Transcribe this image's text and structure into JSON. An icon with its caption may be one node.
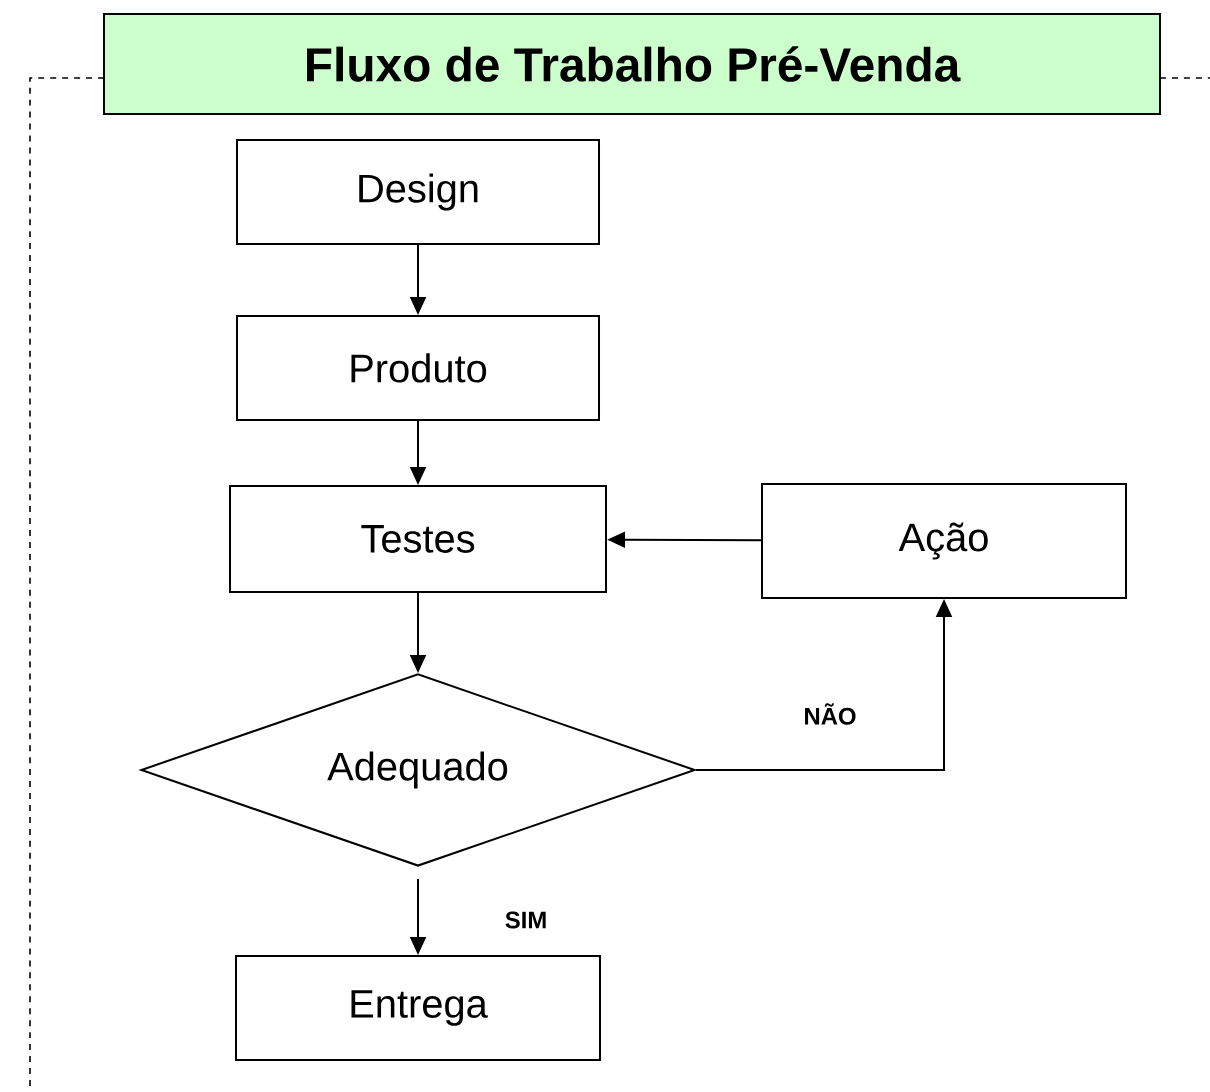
{
  "diagram": {
    "title": "Fluxo de Trabalho Pré-Venda",
    "nodes": [
      {
        "text": [
          "Design"
        ]
      },
      {
        "text": [
          "Produto"
        ]
      },
      {
        "text": [
          "Testes"
        ]
      },
      {
        "text": [
          "Ação"
        ]
      },
      {
        "text": [
          "Adequado"
        ]
      },
      {
        "text": [
          "Entrega"
        ]
      }
    ],
    "edges": [
      {
        "from": 0,
        "to": 1,
        "arrow": "to"
      },
      {
        "from": 1,
        "to": 2,
        "arrow": "to"
      },
      {
        "from": 3,
        "to": 2,
        "arrow": "to"
      },
      {
        "from": 2,
        "to": 4,
        "arrow": "to"
      },
      {
        "from": 4,
        "to": 3,
        "arrow": "to",
        "label": "NÃO"
      },
      {
        "from": 4,
        "to": 5,
        "arrow": "to",
        "label": "SIM"
      }
    ]
  }
}
